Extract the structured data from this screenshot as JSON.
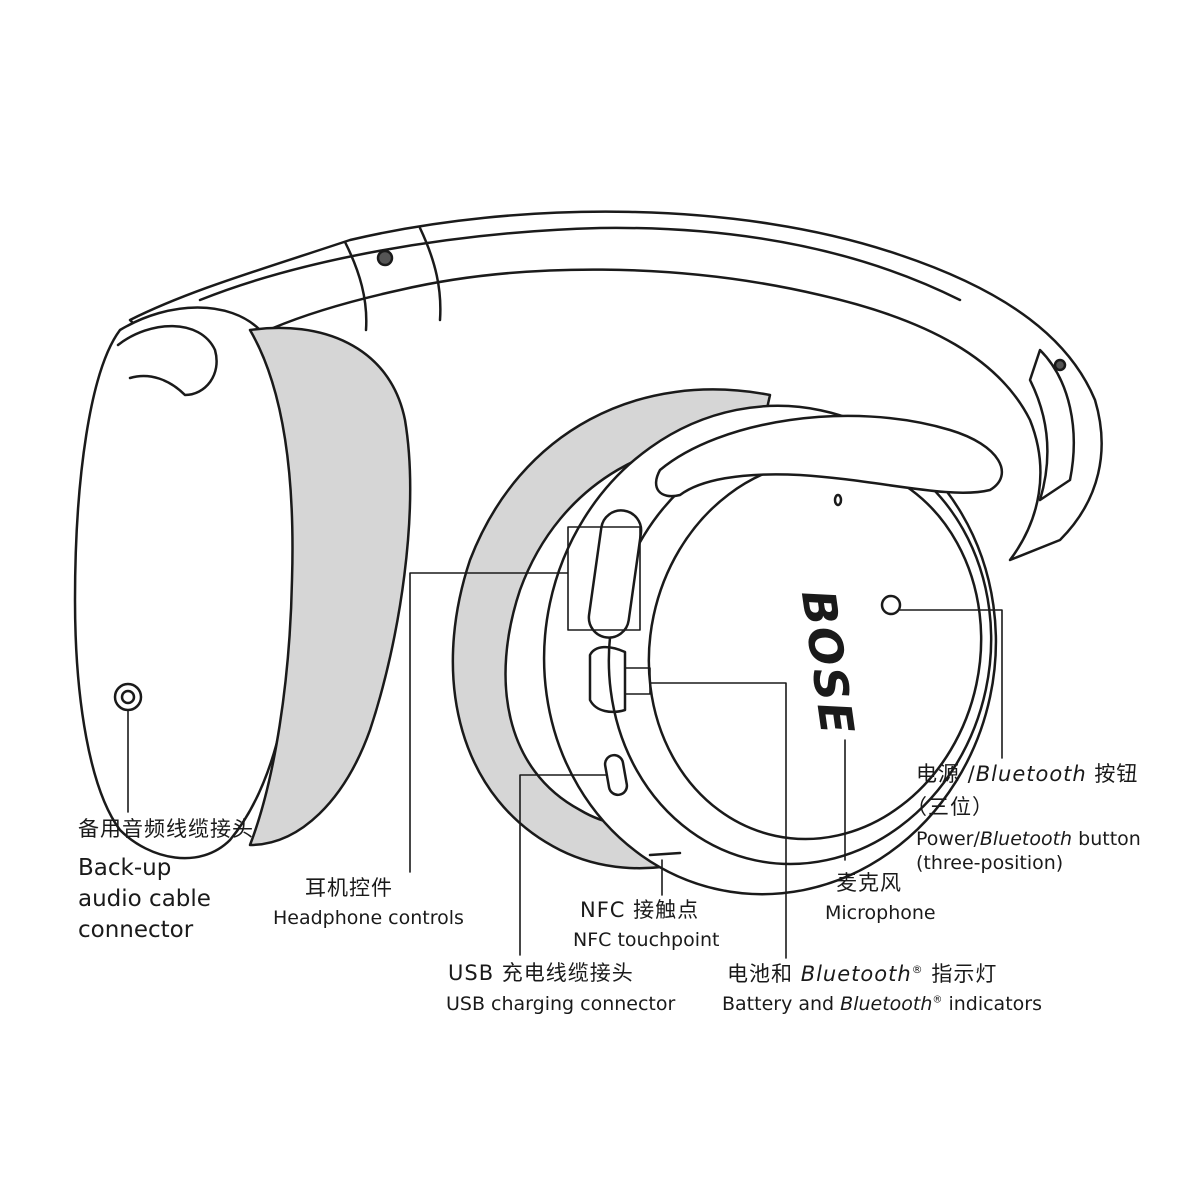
{
  "labels": {
    "backup_cable": {
      "zh": "备用音频线缆接头",
      "en": [
        "Back-up",
        "audio cable",
        "connector"
      ]
    },
    "headphone_controls": {
      "zh": "耳机控件",
      "en": "Headphone controls"
    },
    "nfc": {
      "zh": "NFC 接触点",
      "en": "NFC touchpoint"
    },
    "usb": {
      "zh": "USB 充电线缆接头",
      "en": "USB charging connector"
    },
    "microphone": {
      "zh": "麦克风",
      "en": "Microphone"
    },
    "power_bt": {
      "zh_pre": "电源 /",
      "zh_italic": "Bluetooth",
      "zh_post": " 按钮",
      "zh_line2": "（三位）",
      "en_pre": "Power/",
      "en_italic": "Bluetooth",
      "en_post": " button",
      "en_line2": "(three-position)"
    },
    "battery_bt": {
      "zh_pre": "电池和 ",
      "zh_italic": "Bluetooth",
      "zh_reg": "®",
      "zh_post": " 指示灯",
      "en_pre": "Battery and ",
      "en_italic": "Bluetooth",
      "en_reg": "®",
      "en_post": " indicators"
    }
  },
  "logo_text": "BOSE",
  "colors": {
    "line": "#1a1a1a",
    "cushion": "#d6d6d6",
    "shell": "#ffffff",
    "text": "#1a1a1a"
  }
}
